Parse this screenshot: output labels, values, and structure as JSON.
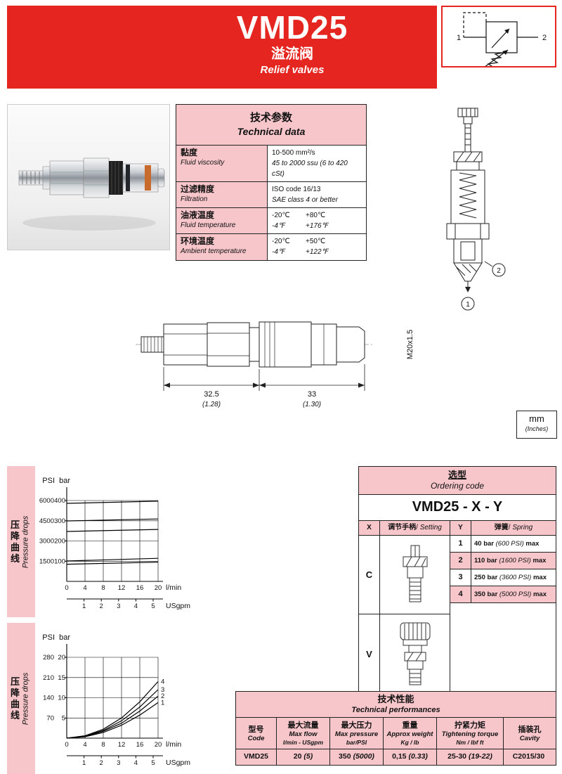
{
  "header": {
    "title": "VMD25",
    "subtitle_cn": "溢流阀",
    "subtitle_en": "Relief valves",
    "accent_color": "#e52620",
    "pink_color": "#f7c6cb"
  },
  "symbol": {
    "port1": "1",
    "port2": "2"
  },
  "technical_data": {
    "title_cn": "技术参数",
    "title_en": "Technical data",
    "rows": [
      {
        "label_cn": "黏度",
        "label_en": "Fluid viscosity",
        "v1a": "10-500 mm²/s",
        "v1b": "",
        "v2a": "45 to 2000 ssu (6 to 420 cSt)",
        "v2b": ""
      },
      {
        "label_cn": "过滤精度",
        "label_en": "Filtration",
        "v1a": "ISO code 16/13",
        "v1b": "",
        "v2a": "SAE class 4 or better",
        "v2b": ""
      },
      {
        "label_cn": "油液温度",
        "label_en": "Fluid temperature",
        "v1a": "-20℃",
        "v1b": "+80℃",
        "v2a": "-4℉",
        "v2b": "+176℉"
      },
      {
        "label_cn": "环境温度",
        "label_en": "Ambient temperature",
        "v1a": "-20℃",
        "v1b": "+50℃",
        "v2a": "-4℉",
        "v2b": "+122℉"
      }
    ]
  },
  "drawing": {
    "callout1": "1",
    "callout2": "2"
  },
  "dims": {
    "d1": "32.5",
    "d1_in": "(1.28)",
    "d2": "33",
    "d2_in": "(1.30)",
    "thread": "M20x1.5"
  },
  "units_box": {
    "mm": "mm",
    "inches": "(Inches)"
  },
  "pressure_drops_label": {
    "cn": "压降曲线",
    "en": "Pressure drops"
  },
  "chart_data": [
    {
      "type": "line",
      "title": "Pressure drops - relief settings",
      "ylabel_left": "PSI",
      "ylabel_right": "bar",
      "xlabel": "l/min",
      "xlabel2": "USgpm",
      "xmax": 20,
      "x_ticks_lmin": [
        0,
        4,
        8,
        12,
        16,
        20
      ],
      "x_ticks_usgpm": [
        1,
        2,
        3,
        4,
        5
      ],
      "y_ticks_bar": [
        100,
        200,
        300,
        400
      ],
      "y_ticks_psi": [
        1500,
        3000,
        4500,
        6000
      ],
      "ylim": [
        0,
        430
      ],
      "series": [
        {
          "name": "setting-400bar",
          "points": [
            [
              0,
              386
            ],
            [
              20,
              397
            ]
          ]
        },
        {
          "name": "setting-300bar",
          "points": [
            [
              0,
              299
            ],
            [
              20,
              309
            ]
          ]
        },
        {
          "name": "setting-250bar",
          "points": [
            [
              0,
              247
            ],
            [
              20,
              257
            ]
          ]
        },
        {
          "name": "setting-110bar",
          "points": [
            [
              0,
              101
            ],
            [
              20,
              114
            ]
          ]
        },
        {
          "name": "setting-90bar",
          "points": [
            [
              0,
              85
            ],
            [
              20,
              95
            ]
          ]
        }
      ]
    },
    {
      "type": "line",
      "title": "Pressure drops vs flow by spring",
      "ylabel_left": "PSI",
      "ylabel_right": "bar",
      "xlabel": "l/min",
      "xlabel2": "USgpm",
      "xmax": 20,
      "x_ticks_lmin": [
        0,
        4,
        8,
        12,
        16,
        20
      ],
      "x_ticks_usgpm": [
        1,
        2,
        3,
        4,
        5
      ],
      "y_ticks_bar": [
        5,
        10,
        15,
        20
      ],
      "y_ticks_psi": [
        70,
        140,
        210,
        280
      ],
      "ylim": [
        0,
        21.5
      ],
      "series": [
        {
          "name": "spring-4",
          "label": "4",
          "points": [
            [
              0,
              0
            ],
            [
              4,
              0.6
            ],
            [
              8,
              2.2
            ],
            [
              12,
              5.0
            ],
            [
              16,
              9.0
            ],
            [
              20,
              14.0
            ]
          ]
        },
        {
          "name": "spring-3",
          "label": "3",
          "points": [
            [
              0,
              0
            ],
            [
              4,
              0.5
            ],
            [
              8,
              1.9
            ],
            [
              12,
              4.3
            ],
            [
              16,
              7.7
            ],
            [
              20,
              12.0
            ]
          ]
        },
        {
          "name": "spring-2",
          "label": "2",
          "points": [
            [
              0,
              0
            ],
            [
              4,
              0.4
            ],
            [
              8,
              1.7
            ],
            [
              12,
              3.7
            ],
            [
              16,
              6.7
            ],
            [
              20,
              10.4
            ]
          ]
        },
        {
          "name": "spring-1",
          "label": "1",
          "points": [
            [
              0,
              0
            ],
            [
              4,
              0.35
            ],
            [
              8,
              1.4
            ],
            [
              12,
              3.2
            ],
            [
              16,
              5.7
            ],
            [
              20,
              8.8
            ]
          ]
        }
      ]
    }
  ],
  "ordering": {
    "title_cn": "选型",
    "title_en": "Ordering code",
    "code": "VMD25 - X - Y",
    "x_col": "X",
    "x_label_cn": "调节手柄",
    "x_label_sep": "/ ",
    "x_label_en": "Setting",
    "y_col": "Y",
    "y_label_cn": "弹簧",
    "y_label_sep": "/ ",
    "y_label_en": "Spring",
    "x_options": [
      {
        "code": "C"
      },
      {
        "code": "V"
      }
    ],
    "y_options": [
      {
        "code": "1",
        "bold": "40 bar",
        "paren": "(600 PSI)",
        "suffix": "max"
      },
      {
        "code": "2",
        "bold": "110 bar",
        "paren": "(1600 PSI)",
        "suffix": "max"
      },
      {
        "code": "3",
        "bold": "250 bar",
        "paren": "(3600 PSI)",
        "suffix": "max"
      },
      {
        "code": "4",
        "bold": "350 bar",
        "paren": "(5000 PSI)",
        "suffix": "max"
      }
    ]
  },
  "performance": {
    "title_cn": "技术性能",
    "title_en": "Technical performances",
    "columns": [
      {
        "cn": "型号",
        "en": "Code",
        "unit": ""
      },
      {
        "cn": "最大流量",
        "en": "Max flow",
        "unit": "l/min - USgpm"
      },
      {
        "cn": "最大压力",
        "en": "Max pressure",
        "unit": "bar/PSI"
      },
      {
        "cn": "重量",
        "en": "Approx weight",
        "unit": "Kg / lb"
      },
      {
        "cn": "拧紧力矩",
        "en": "Tightening torque",
        "unit": "Nm / lbf ft"
      },
      {
        "cn": "插装孔",
        "en": "Cavity",
        "unit": ""
      }
    ],
    "row": {
      "code": "VMD25",
      "flow": "20",
      "flow_p": "(5)",
      "pressure": "350",
      "pressure_p": "(5000)",
      "weight": "0,15",
      "weight_p": "(0.33)",
      "torque": "25-30",
      "torque_p": "(19-22)",
      "cavity": "C2015/30",
      "cavity_p": ""
    }
  }
}
